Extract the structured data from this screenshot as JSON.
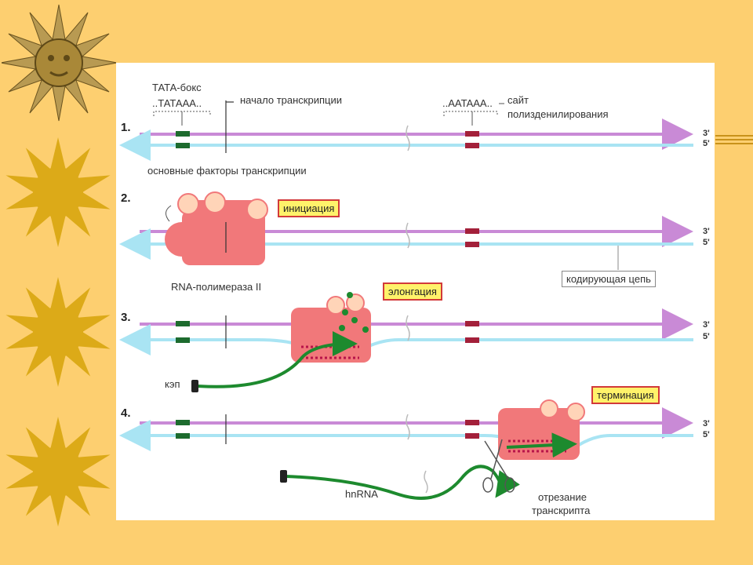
{
  "labels": {
    "tata_box": "ТАТА-бокс",
    "tata_seq": "..ТАТААА..",
    "start": "начало транскрипции",
    "aataaa": "..AATAAA..",
    "site": "сайт",
    "polyadenylation": "полизденилирования",
    "factors": "основные факторы транскрипции",
    "polymerase": "RNA-полимераза II",
    "coding": "кодирующая цепь",
    "cap": "кэп",
    "hnrna": "hnRNA",
    "cut_line1": "отрезание",
    "cut_line2": "транскрипта"
  },
  "stages": {
    "initiation": "инициация",
    "elongation": "элонгация",
    "termination": "терминация"
  },
  "steps": [
    "1.",
    "2.",
    "3.",
    "4."
  ],
  "strand_ends": {
    "three": "3'",
    "five": "5'"
  },
  "colors": {
    "background": "#fdcf70",
    "coding_strand": "#c98ad6",
    "template_strand": "#a9e4f3",
    "polymerase": "#f1787a",
    "rna": "#1d8a2e",
    "box_fill": "#fff26a",
    "box_border": "#d23a3a"
  }
}
